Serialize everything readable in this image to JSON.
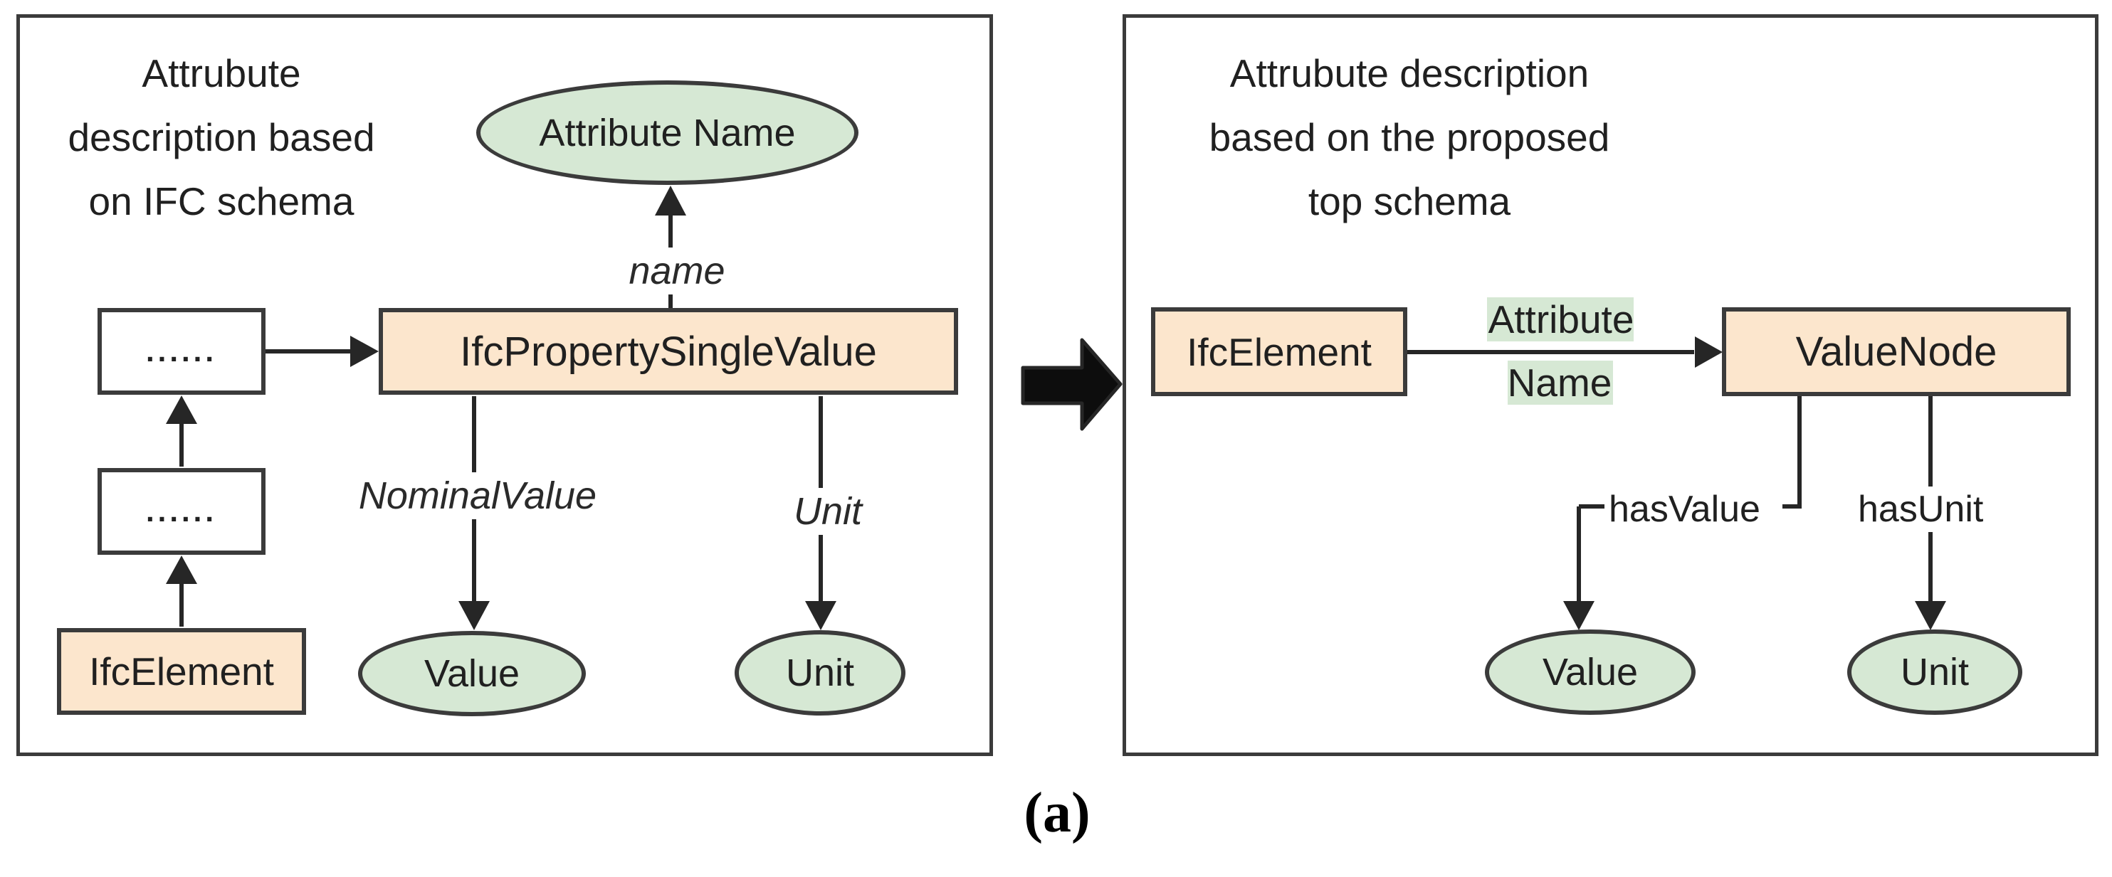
{
  "colors": {
    "orange_fill": "#fce6cd",
    "green_fill": "#d6e8d4",
    "border_color": "#3b3b3b",
    "line_color": "#262626",
    "text_color": "#202020"
  },
  "caption": "(a)",
  "left_panel": {
    "title": "Attrubute\ndescription based\non IFC schema",
    "nodes": {
      "attribute_name_ellipse": "Attribute Name",
      "dots_box_top": "......",
      "dots_box_bottom": "......",
      "ifc_property_single_value": "IfcPropertySingleValue",
      "ifc_element": "IfcElement",
      "value_ellipse": "Value",
      "unit_ellipse": "Unit"
    },
    "edge_labels": {
      "name": "name",
      "nominal_value": "NominalValue",
      "unit": "Unit"
    }
  },
  "right_panel": {
    "title": "Attrubute description\nbased on the proposed\ntop schema",
    "nodes": {
      "ifc_element": "IfcElement",
      "attribute_name_highlight": "Attribute\nName",
      "value_node": "ValueNode",
      "value_ellipse": "Value",
      "unit_ellipse": "Unit"
    },
    "edge_labels": {
      "has_value": "hasValue",
      "has_unit": "hasUnit"
    }
  }
}
